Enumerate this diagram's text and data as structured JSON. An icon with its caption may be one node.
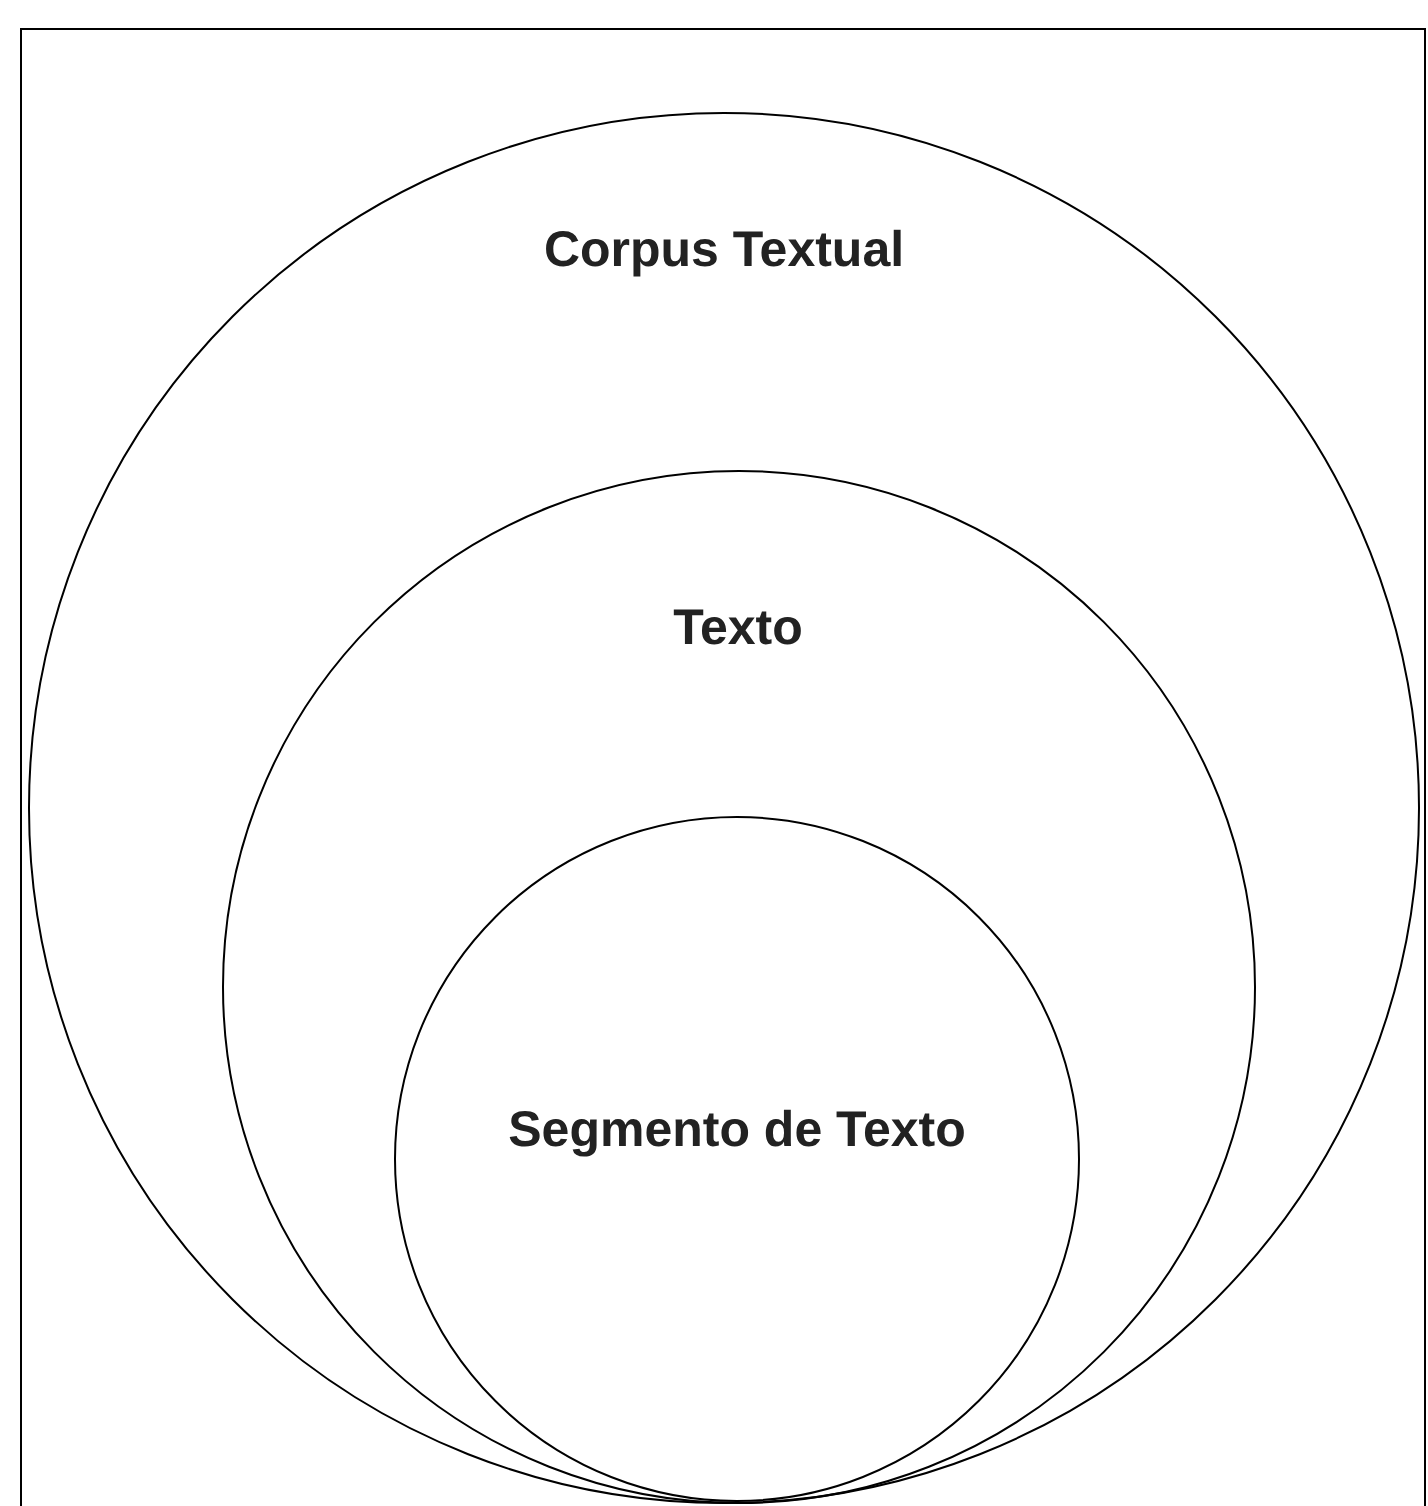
{
  "diagram": {
    "nodes": [
      {
        "text": [
          "Corpus Textual"
        ]
      },
      {
        "text": [
          "Texto"
        ],
        "in": 0
      },
      {
        "text": [
          "Segmento de Texto"
        ],
        "in": 1
      }
    ]
  }
}
